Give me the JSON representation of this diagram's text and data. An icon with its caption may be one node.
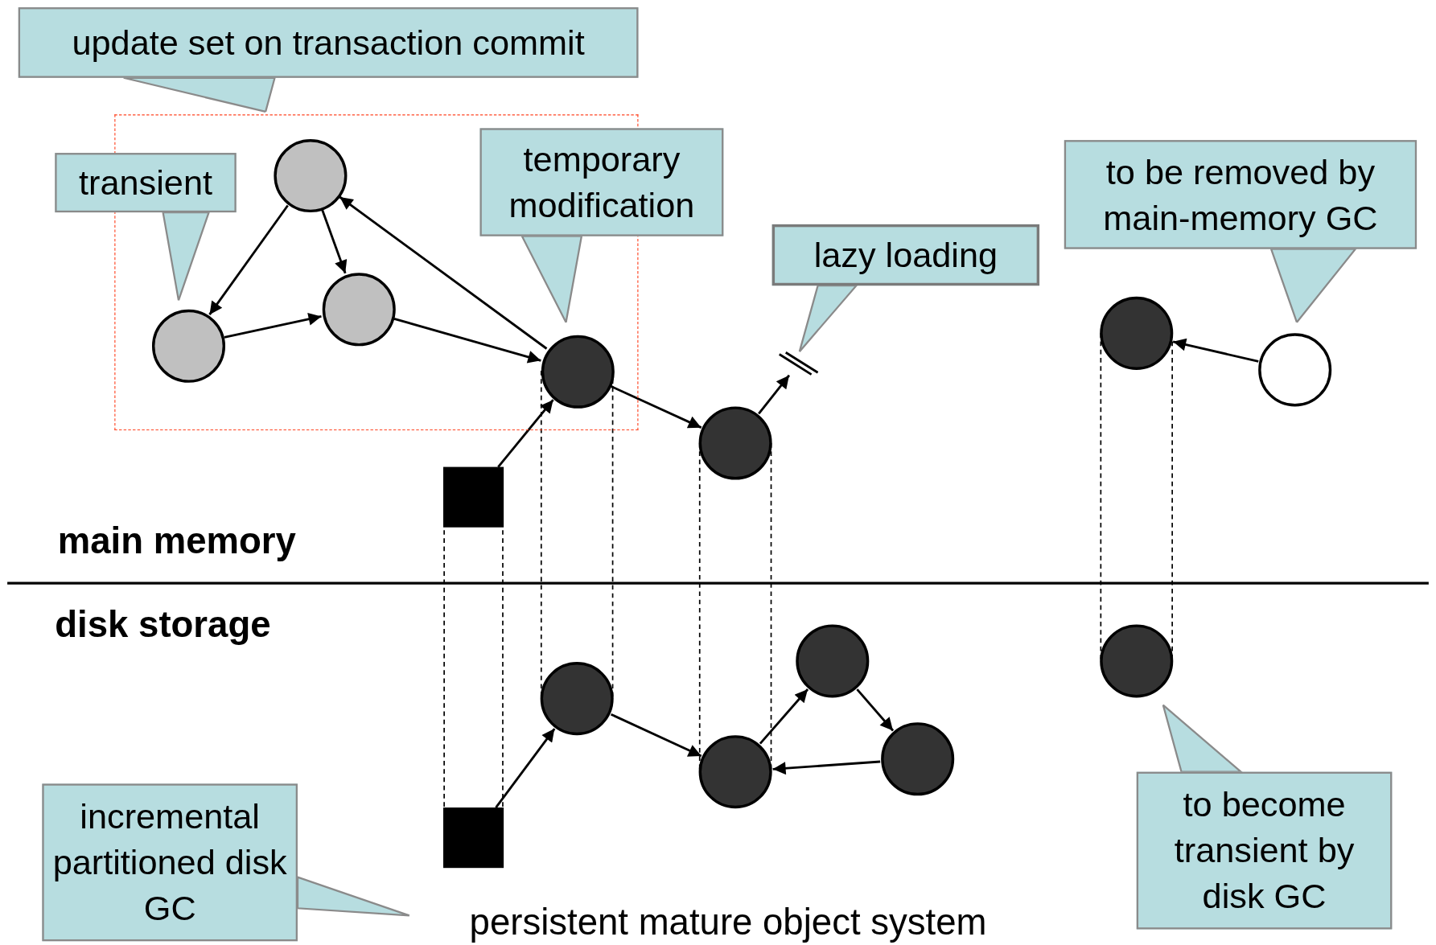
{
  "diagram": {
    "nodes": [
      {
        "text": [
          "update set on transaction commit"
        ]
      },
      {
        "text": [],
        "shape": "box"
      },
      {
        "text": [
          "transient"
        ]
      },
      {
        "text": [],
        "shape": "circle",
        "in": 1
      },
      {
        "text": [
          "temporary modification"
        ]
      },
      {
        "text": [],
        "shape": "circle",
        "in": 1
      },
      {
        "text": [
          "lazy loading"
        ]
      },
      {
        "text": [
          "to be removed by main-memory GC"
        ]
      },
      {
        "text": [],
        "shape": "circle",
        "in": 1
      },
      {
        "text": [],
        "shape": "circle",
        "in": 1
      },
      {
        "text": [],
        "shape": "circle"
      },
      {
        "text": [],
        "shape": "circle"
      },
      {
        "text": [],
        "shape": "circle"
      },
      {
        "text": [],
        "shape": "box"
      },
      {
        "text": [],
        "shape": "circle"
      },
      {
        "text": [],
        "shape": "circle"
      },
      {
        "text": [],
        "shape": "circle"
      },
      {
        "text": [],
        "shape": "circle"
      },
      {
        "text": [],
        "shape": "circle"
      },
      {
        "text": [
          "to become transient by disk GC"
        ]
      },
      {
        "text": [
          "incremental partitioned disk GC"
        ]
      },
      {
        "text": [],
        "shape": "box"
      },
      {
        "text": [
          "persistent mature object system"
        ]
      },
      {
        "text": [],
        "shape": "bar"
      }
    ],
    "edges": [
      {
        "from": 0,
        "to": 1,
        "arrow": "to"
      },
      {
        "from": 2,
        "to": 8,
        "arrow": "to"
      },
      {
        "from": 4,
        "to": 9,
        "arrow": "to"
      },
      {
        "from": 6,
        "to": 23,
        "arrow": "to"
      },
      {
        "from": 7,
        "to": 10,
        "arrow": "to"
      },
      {
        "from": 19,
        "to": 15,
        "arrow": "to"
      },
      {
        "from": 20,
        "to": 22,
        "arrow": "to"
      },
      {
        "from": 3,
        "to": 8,
        "arrow": "to"
      },
      {
        "from": 3,
        "to": 5,
        "arrow": "to"
      },
      {
        "from": 8,
        "to": 5,
        "arrow": "to"
      },
      {
        "from": 5,
        "to": 9,
        "arrow": "to"
      },
      {
        "from": 9,
        "to": 3,
        "arrow": "to"
      },
      {
        "from": 9,
        "to": 12,
        "arrow": "to"
      },
      {
        "from": 12,
        "to": 23,
        "arrow": "to"
      },
      {
        "from": 10,
        "to": 11,
        "arrow": "to"
      },
      {
        "from": 13,
        "to": 9,
        "arrow": "to"
      },
      {
        "from": 13,
        "to": 21,
        "arrow": "none",
        "style": "dashed"
      },
      {
        "from": 9,
        "to": 16,
        "arrow": "none",
        "style": "dashed"
      },
      {
        "from": 12,
        "to": 17,
        "arrow": "none",
        "style": "dashed"
      },
      {
        "from": 11,
        "to": 15,
        "arrow": "none",
        "style": "dashed"
      },
      {
        "from": 21,
        "to": 16,
        "arrow": "to"
      },
      {
        "from": 16,
        "to": 17,
        "arrow": "to"
      },
      {
        "from": 17,
        "to": 14,
        "arrow": "to"
      },
      {
        "from": 14,
        "to": 18,
        "arrow": "to"
      },
      {
        "from": 18,
        "to": 17,
        "arrow": "to"
      }
    ],
    "labels": [
      "main memory",
      "disk storage"
    ]
  }
}
